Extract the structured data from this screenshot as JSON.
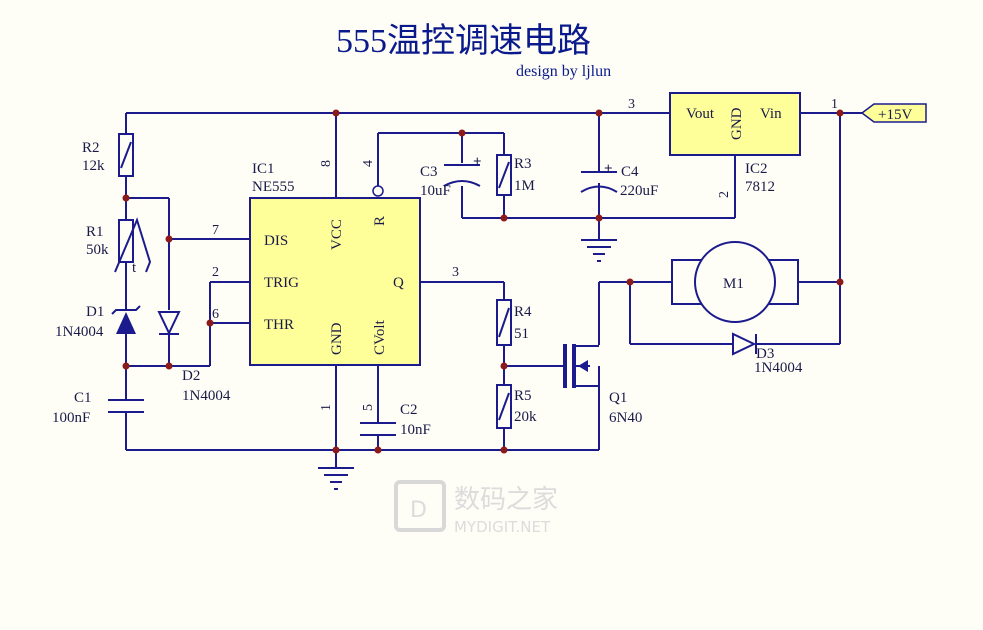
{
  "title": "555温控调速电路",
  "subtitle": "design by ljlun",
  "power_port": "+15V",
  "ic1": {
    "ref": "IC1",
    "part": "NE555",
    "pins": {
      "dis": "DIS",
      "trig": "TRIG",
      "thr": "THR",
      "vcc": "VCC",
      "r": "R",
      "q": "Q",
      "gnd": "GND",
      "cv": "CVolt"
    },
    "pin_nums": {
      "p8": "8",
      "p4": "4",
      "p7": "7",
      "p2": "2",
      "p6": "6",
      "p3": "3",
      "p1": "1",
      "p5": "5"
    }
  },
  "ic2": {
    "ref": "IC2",
    "part": "7812",
    "vout": "Vout",
    "gnd": "GND",
    "vin": "Vin",
    "pin3": "3",
    "pin2": "2",
    "pin1": "1"
  },
  "r2": {
    "ref": "R2",
    "value": "12k"
  },
  "r1": {
    "ref": "R1",
    "value": "50k",
    "mark": "t"
  },
  "d1": {
    "ref": "D1",
    "value": "1N4004"
  },
  "d2": {
    "ref": "D2",
    "value": "1N4004"
  },
  "c1": {
    "ref": "C1",
    "value": "100nF"
  },
  "c3": {
    "ref": "C3",
    "value": "10uF"
  },
  "r3": {
    "ref": "R3",
    "value": "1M"
  },
  "c4": {
    "ref": "C4",
    "value": "220uF"
  },
  "c2": {
    "ref": "C2",
    "value": "10nF"
  },
  "r4": {
    "ref": "R4",
    "value": "51"
  },
  "r5": {
    "ref": "R5",
    "value": "20k"
  },
  "q1": {
    "ref": "Q1",
    "value": "6N40"
  },
  "m1": {
    "ref": "M1"
  },
  "d3": {
    "ref": "D3",
    "value": "1N4004"
  },
  "polarity_plus": "+",
  "watermark": {
    "cn": "数码之家",
    "en": "MYDIGIT.NET"
  }
}
